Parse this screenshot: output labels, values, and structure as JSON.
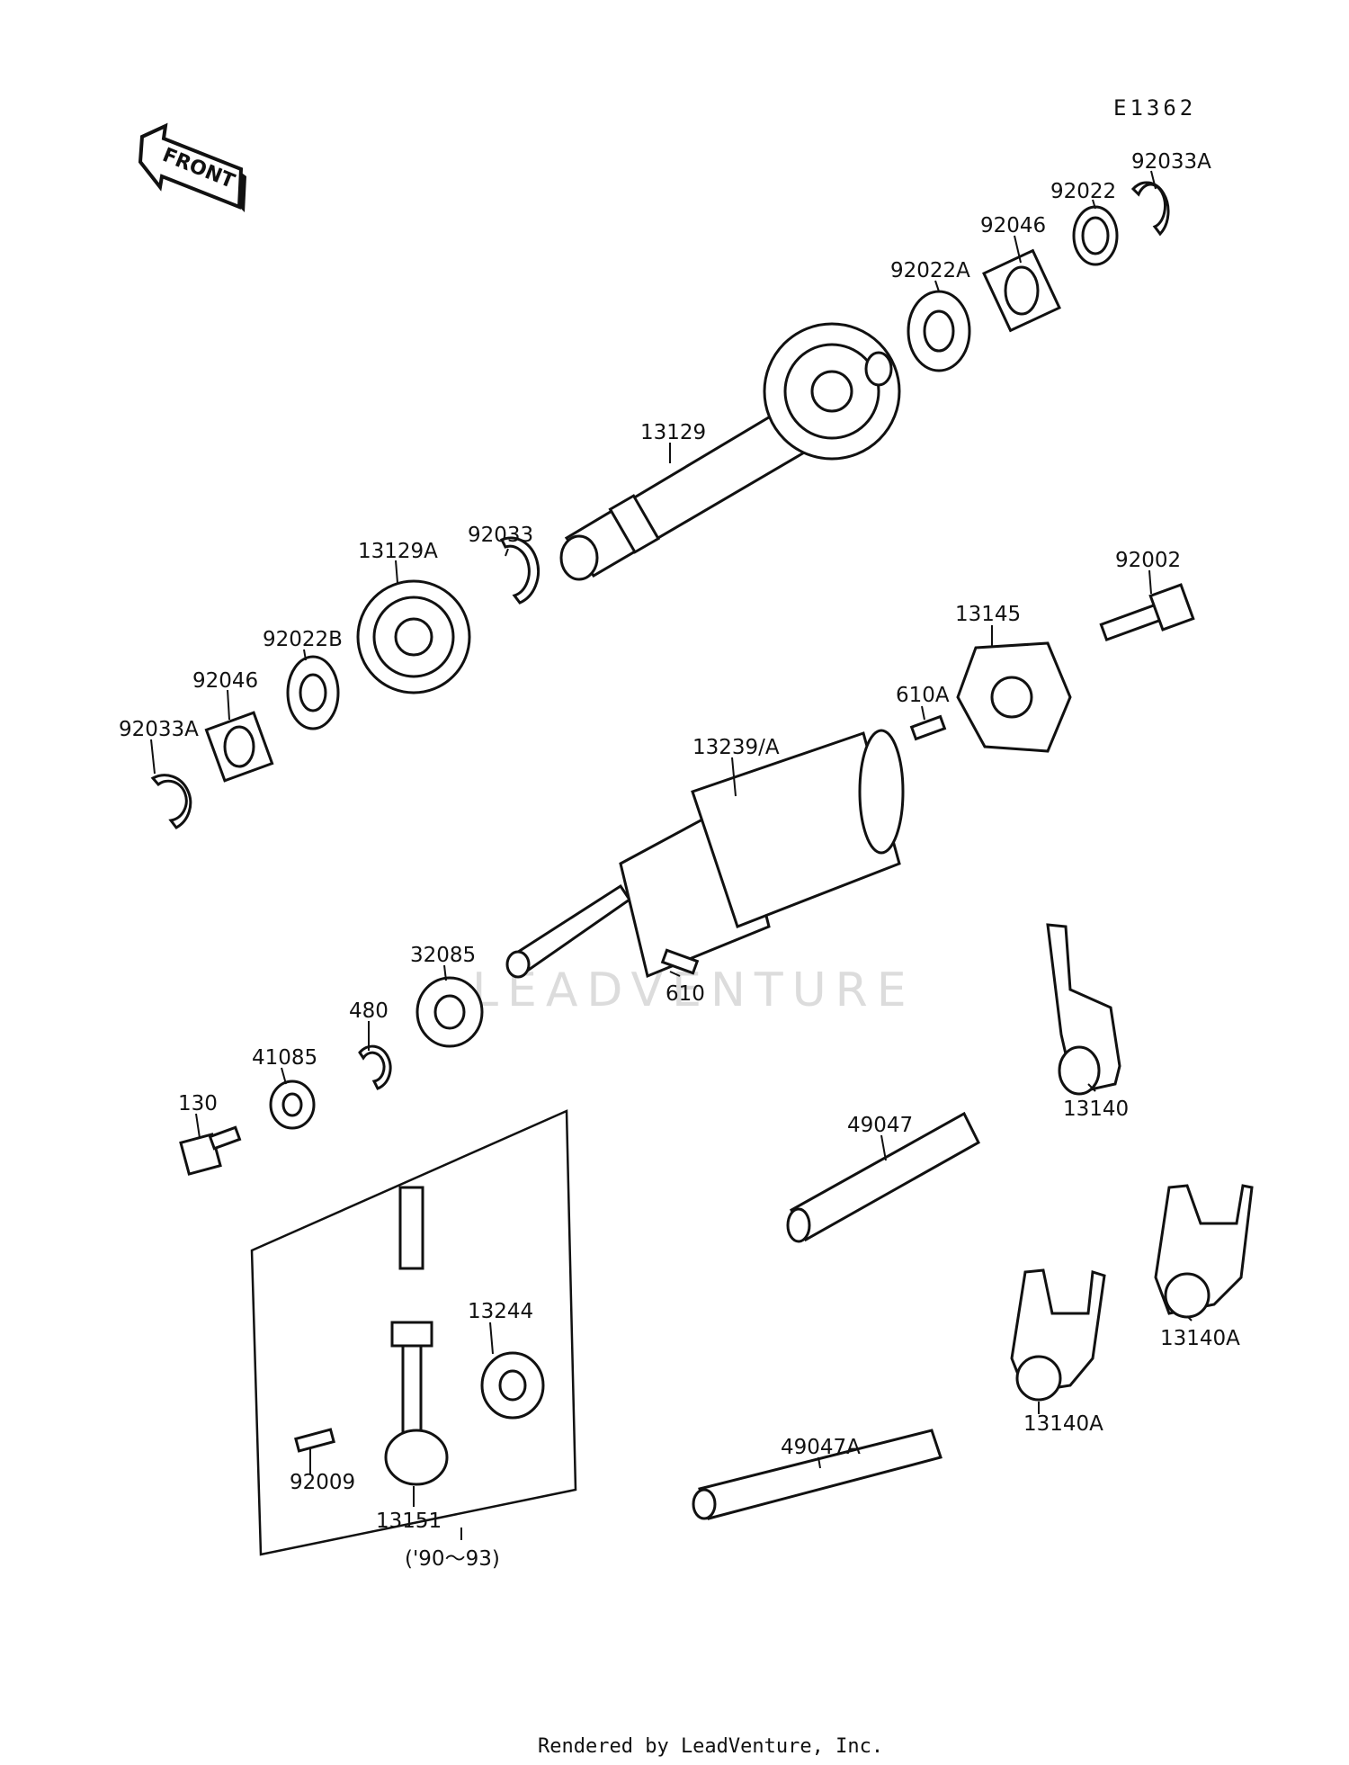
{
  "diagram": {
    "drawing_code": "E1362",
    "front_arrow_label": "FRONT",
    "watermark": "LEADVENTURE",
    "footer": "Rendered by LeadVenture, Inc.",
    "inset_note": "('90～93)",
    "part_labels": {
      "p92033A_top": "92033A",
      "p92022_top": "92022",
      "p92046_top": "92046",
      "p92022A": "92022A",
      "p13129": "13129",
      "p92033": "92033",
      "p13129A": "13129A",
      "p92022B": "92022B",
      "p92046_left": "92046",
      "p92033A_left": "92033A",
      "p92002": "92002",
      "p13145": "13145",
      "p610A": "610A",
      "p13239A": "13239/A",
      "p32085": "32085",
      "p610": "610",
      "p480": "480",
      "p41085": "41085",
      "p130": "130",
      "p13140": "13140",
      "p49047": "49047",
      "p13244": "13244",
      "p92009": "92009",
      "p13151": "13151",
      "p13140A_right": "13140A",
      "p13140A_left": "13140A",
      "p49047A": "49047A"
    }
  }
}
